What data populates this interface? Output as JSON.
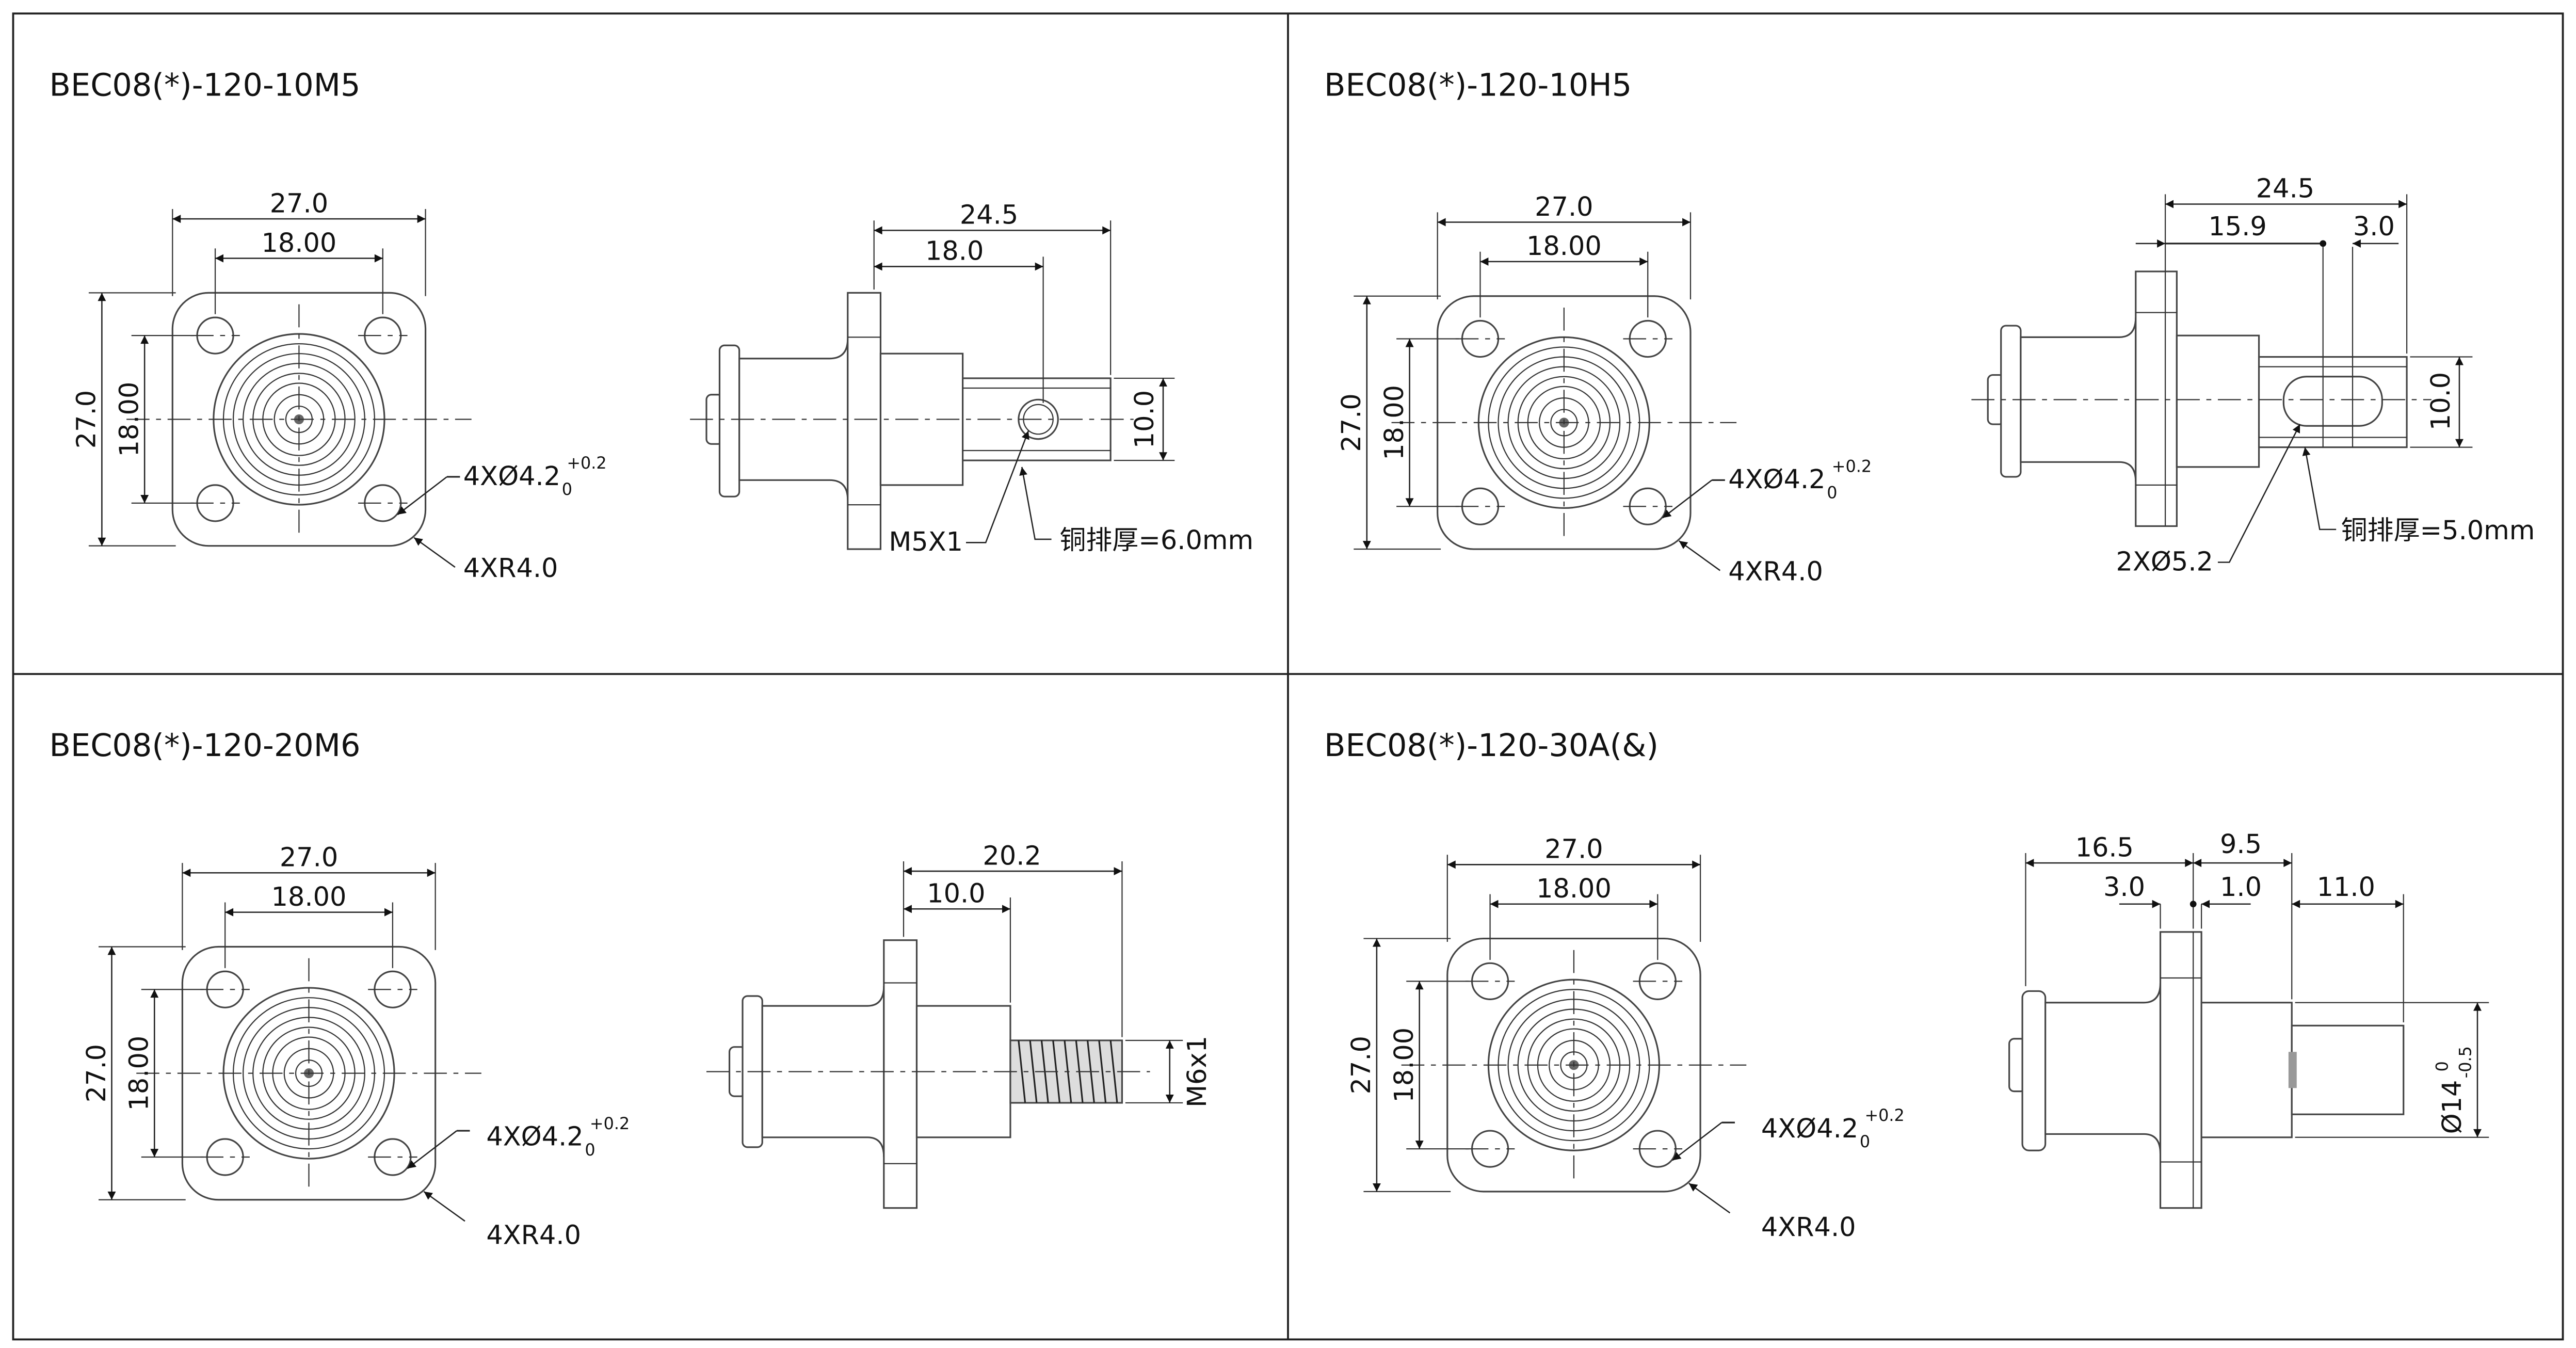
{
  "panels": [
    {
      "title": "BEC08(*)-120-10M5",
      "front": {
        "width": "27.0",
        "hole_pitch": "18.00",
        "height": "27.0",
        "hole_pitch_v": "18.00",
        "hole_label": "4XØ4.2",
        "hole_tol_upper": "+0.2",
        "hole_tol_lower": "0",
        "radius_label": "4XR4.0"
      },
      "side": {
        "dims": [
          "24.5",
          "18.0",
          "10.0"
        ],
        "thread_label": "M5X1",
        "busbar_label": "铜排厚=6.0mm"
      }
    },
    {
      "title": "BEC08(*)-120-10H5",
      "front": {
        "width": "27.0",
        "hole_pitch": "18.00",
        "height": "27.0",
        "hole_pitch_v": "18.00",
        "hole_label": "4XØ4.2",
        "hole_tol_upper": "+0.2",
        "hole_tol_lower": "0",
        "radius_label": "4XR4.0"
      },
      "side": {
        "dims": [
          "24.5",
          "15.9",
          "3.0",
          "10.0"
        ],
        "hole_label": "2XØ5.2",
        "busbar_label": "铜排厚=5.0mm"
      }
    },
    {
      "title": "BEC08(*)-120-20M6",
      "front": {
        "width": "27.0",
        "hole_pitch": "18.00",
        "height": "27.0",
        "hole_pitch_v": "18.00",
        "hole_label": "4XØ4.2",
        "hole_tol_upper": "+0.2",
        "hole_tol_lower": "0",
        "radius_label": "4XR4.0"
      },
      "side": {
        "dims": [
          "20.2",
          "10.0"
        ],
        "thread_label": "M6x1"
      }
    },
    {
      "title": "BEC08(*)-120-30A(&)",
      "front": {
        "width": "27.0",
        "hole_pitch": "18.00",
        "height": "27.0",
        "hole_pitch_v": "18.00",
        "hole_label": "4XØ4.2",
        "hole_tol_upper": "+0.2",
        "hole_tol_lower": "0",
        "radius_label": "4XR4.0"
      },
      "side": {
        "dims": [
          "16.5",
          "9.5",
          "3.0",
          "1.0",
          "11.0"
        ],
        "diameter_label": "Ø14",
        "dia_tol_upper": "0",
        "dia_tol_lower": "-0.5"
      }
    }
  ]
}
